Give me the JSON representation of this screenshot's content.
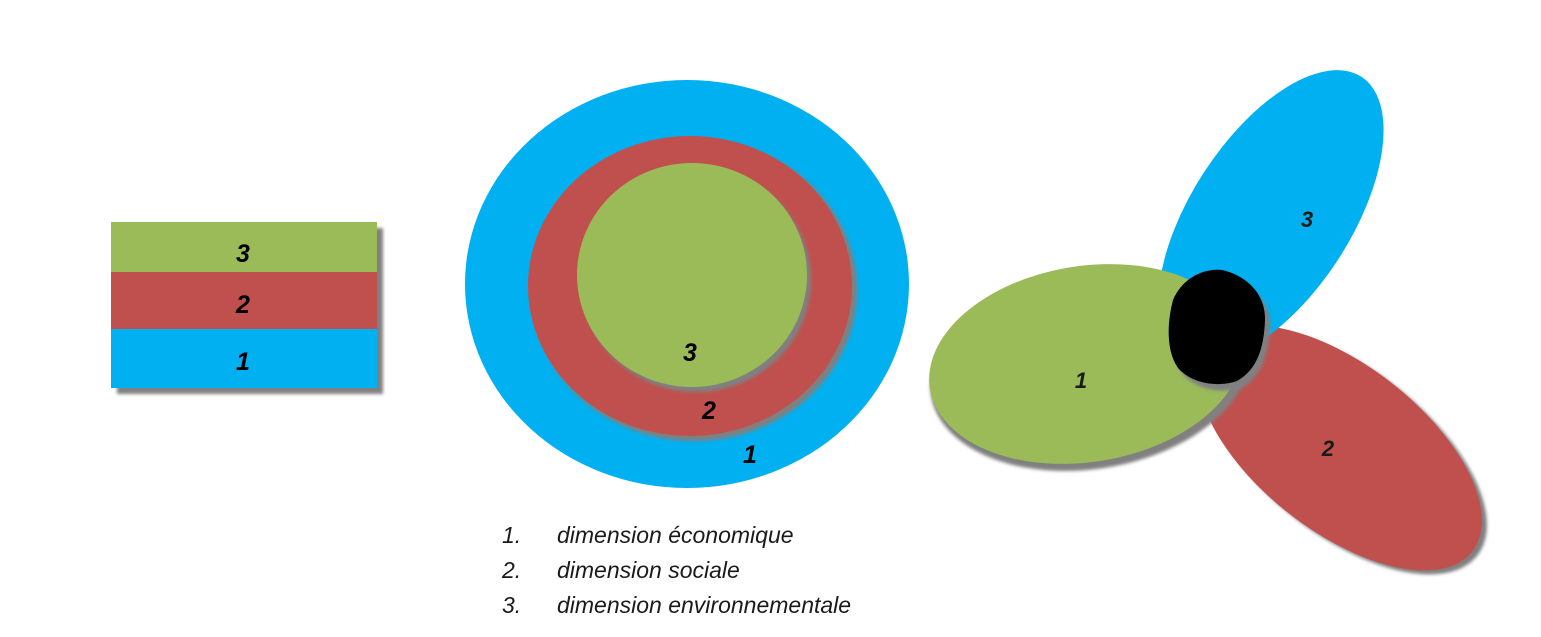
{
  "colors": {
    "economic": "#00b0f0",
    "social": "#c0504d",
    "environmental": "#9bbb59",
    "core": "#000000",
    "shadow": "#808080"
  },
  "models": {
    "stacked": {
      "top_label": "3",
      "middle_label": "2",
      "bottom_label": "1"
    },
    "nested": {
      "inner_label": "3",
      "middle_label": "2",
      "outer_label": "1"
    },
    "overlapping": {
      "green_label": "1",
      "blue_label": "3",
      "red_label": "2"
    }
  },
  "legend": [
    {
      "number": "1.",
      "text": "dimension économique"
    },
    {
      "number": "2.",
      "text": "dimension sociale"
    },
    {
      "number": "3.",
      "text": "dimension environnementale"
    }
  ]
}
